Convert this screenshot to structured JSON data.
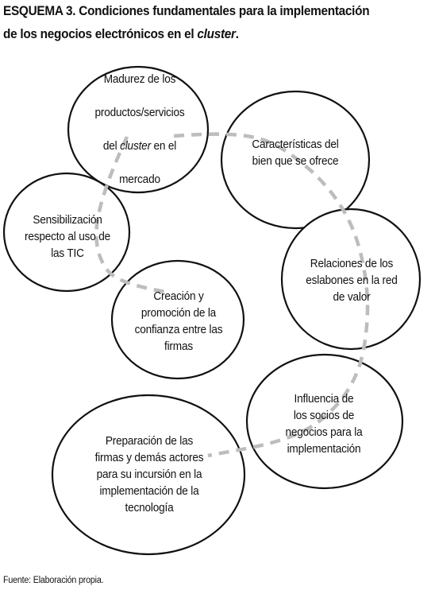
{
  "title": {
    "line1": "ESQUEMA 3. Condiciones fundamentales para la implementación",
    "line2_prefix": "de los negocios electrónicos en el ",
    "line2_italic": "cluster",
    "line2_suffix": "."
  },
  "nodes": [
    {
      "id": "madurez",
      "lines": [
        "Madurez de los",
        "productos/servicios",
        "del ",
        "cluster",
        " en el",
        "mercado"
      ]
    },
    {
      "id": "caracteristicas",
      "text": "Características del\nbien que se ofrece"
    },
    {
      "id": "sensibilizacion",
      "text": "Sensibilización\nrespecto al uso de\nlas TIC"
    },
    {
      "id": "relaciones",
      "text": "Relaciones de los\neslabones en la red\nde valor"
    },
    {
      "id": "creacion",
      "text": "Creación y\npromoción de la\nconfianza entre las\nfirmas"
    },
    {
      "id": "influencia",
      "text": "Influencia de\nlos socios de\nnegocios para la\nimplementación"
    },
    {
      "id": "preparacion",
      "text": "Preparación de las\nfirmas y demás actores\npara su incursión en la\nimplementación de la\ntecnología"
    }
  ],
  "madurez_label": {
    "l1": "Madurez de los",
    "l2": "productos/servicios",
    "l3_prefix": "del ",
    "l3_italic": "cluster",
    "l3_suffix": " en el",
    "l4": "mercado"
  },
  "source": "Fuente: Elaboración propia.",
  "colors": {
    "circle_stroke": "#111111",
    "dashed_path": "#bdbdbd",
    "text": "#111111"
  }
}
